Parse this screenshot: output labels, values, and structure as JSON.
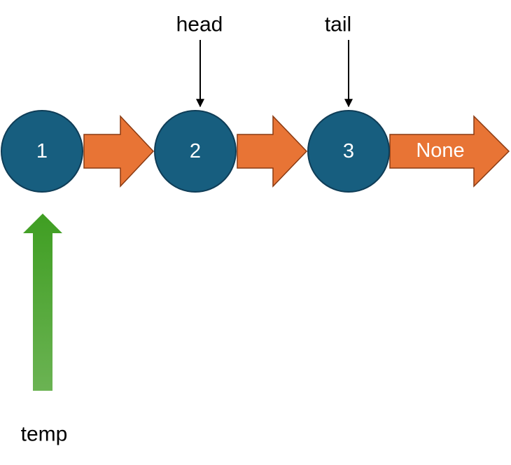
{
  "nodes": [
    {
      "value": "1"
    },
    {
      "value": "2"
    },
    {
      "value": "3"
    }
  ],
  "terminator": {
    "label": "None"
  },
  "pointers": {
    "head": {
      "label": "head"
    },
    "tail": {
      "label": "tail"
    },
    "temp": {
      "label": "temp"
    }
  },
  "colors": {
    "node_fill": "#175e7f",
    "arrow_fill": "#e87435",
    "temp_arrow_fill": "#4ea531",
    "pointer_line": "#000000"
  }
}
